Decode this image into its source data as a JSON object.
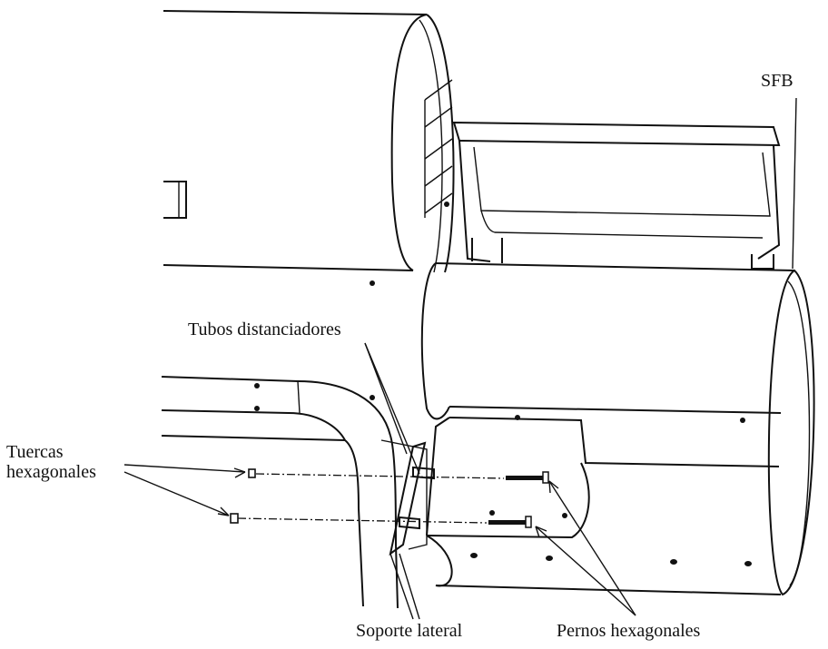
{
  "labels": {
    "sfb": "SFB",
    "tubos": "Tubos distanciadores",
    "tuercas_line1": "Tuercas",
    "tuercas_line2": "hexagonales",
    "soporte": "Soporte lateral",
    "pernos": "Pernos hexagonales"
  }
}
